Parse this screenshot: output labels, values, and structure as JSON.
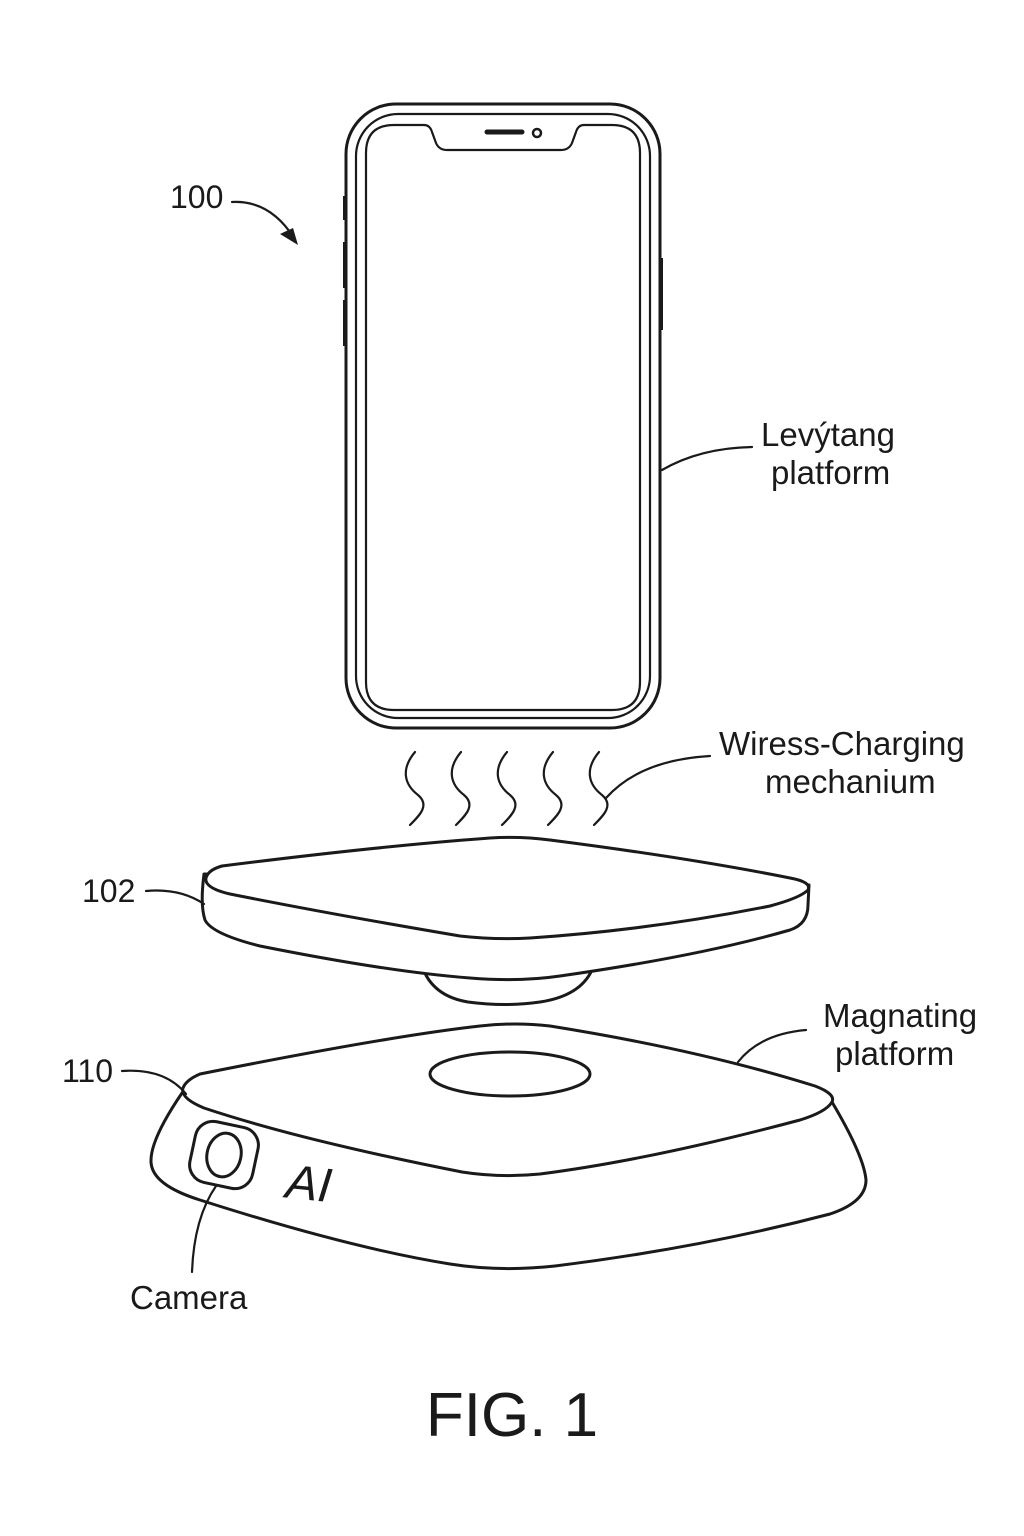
{
  "figure": {
    "caption": "FIG. 1",
    "reference_numerals": {
      "device": "100",
      "levitating_platform": "102",
      "base": "110"
    },
    "callouts": {
      "levitating_line1": "Levýtang",
      "levitating_line2": "platform",
      "charging_line1": "Wiress-Charging",
      "charging_line2": "mechanium",
      "magnetic_line1": "Magnating",
      "magnetic_line2": "platform",
      "camera": "Camera"
    },
    "base_marking": "AI"
  }
}
